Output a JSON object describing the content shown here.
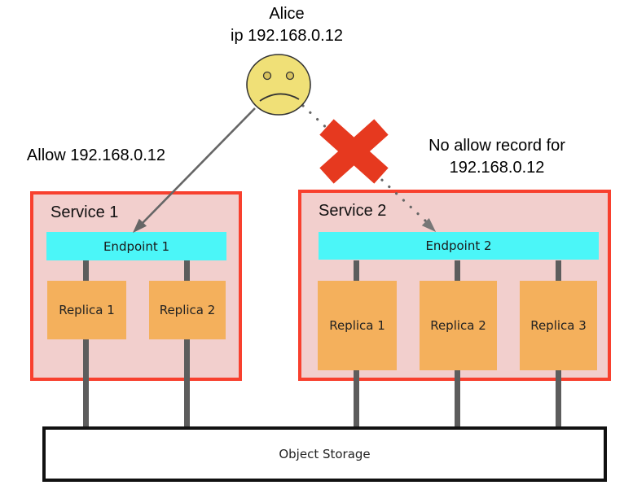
{
  "alice": {
    "name": "Alice",
    "ip": "ip 192.168.0.12"
  },
  "labels": {
    "allow": "Allow 192.168.0.12",
    "no_allow_line1": "No allow record for",
    "no_allow_line2": "192.168.0.12"
  },
  "services": [
    {
      "name": "Service 1",
      "endpoint": "Endpoint 1",
      "replicas": [
        "Replica 1",
        "Replica 2"
      ]
    },
    {
      "name": "Service 2",
      "endpoint": "Endpoint 2",
      "replicas": [
        "Replica 1",
        "Replica 2",
        "Replica 3"
      ]
    }
  ],
  "storage": {
    "label": "Object Storage"
  },
  "icons": {
    "user": "sad-face-icon",
    "blocked": "x-mark-icon",
    "allowed_path": "solid-arrow",
    "blocked_path": "dotted-arrow"
  },
  "colors": {
    "service-fill": "#f2cfcd",
    "service-border": "#f8402e",
    "endpoint-fill": "#4bf6f8",
    "replica-fill": "#f4b05c",
    "x-red": "#e6391f",
    "face-yellow": "#f0e077",
    "face-feature": "#d9c35e",
    "face-outline": "#333333",
    "connector-gray": "#5d5d5d",
    "arrow-gray": "#666666",
    "storage-border": "#111111"
  }
}
